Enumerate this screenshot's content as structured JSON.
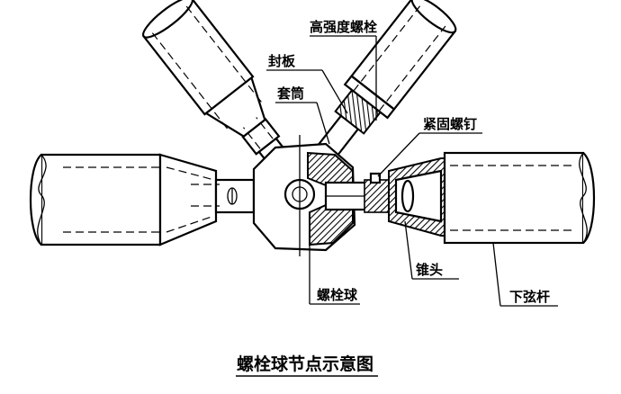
{
  "diagram": {
    "caption": "螺栓球节点示意图",
    "labels": {
      "high_strength_bolt": "高强度螺栓",
      "sealing_plate": "封板",
      "sleeve": "套筒",
      "set_screw": "紧固螺钉",
      "bolt_ball": "螺栓球",
      "cone_head": "锥头",
      "lower_chord": "下弦杆"
    }
  }
}
